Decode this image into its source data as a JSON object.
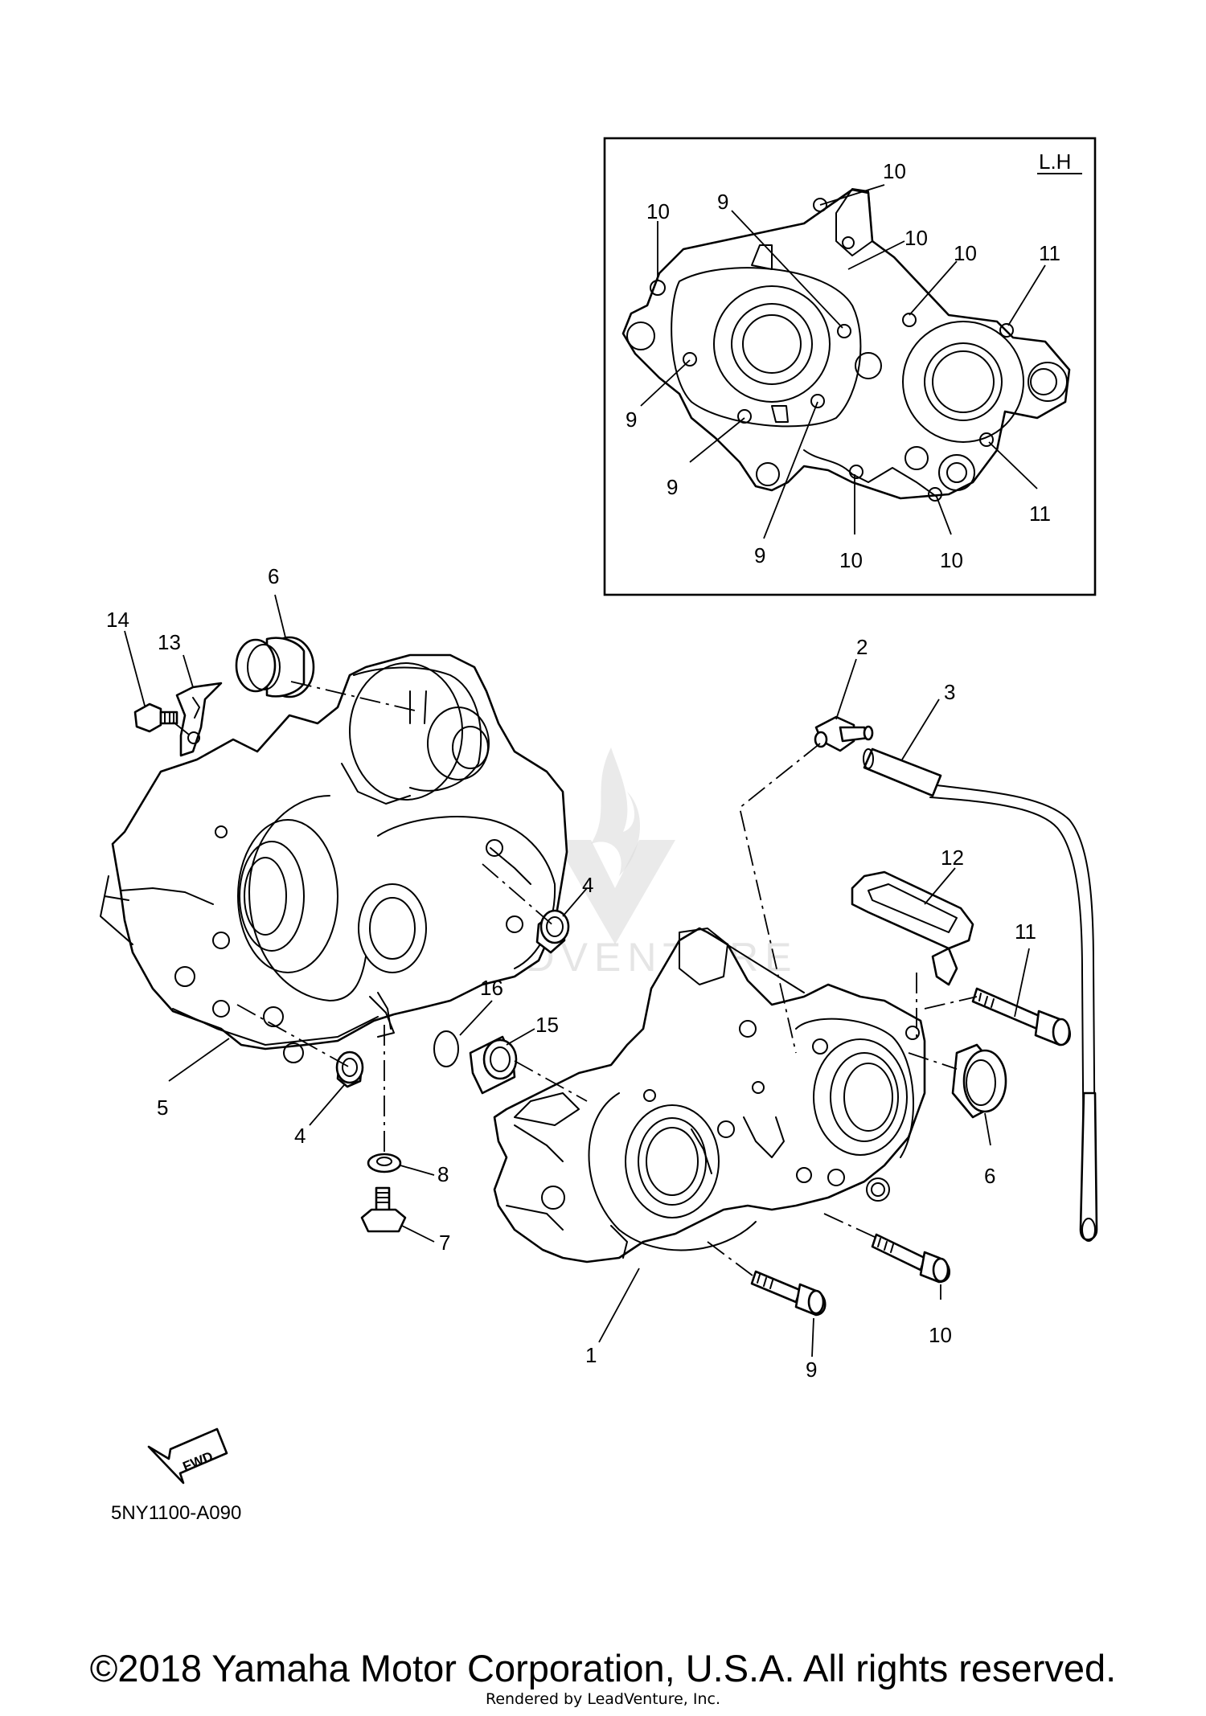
{
  "inset": {
    "label": "L.H",
    "callouts": [
      "10",
      "10",
      "9",
      "10",
      "10",
      "11",
      "9",
      "9",
      "9",
      "10",
      "10",
      "11"
    ]
  },
  "callouts": [
    "6",
    "14",
    "13",
    "2",
    "3",
    "12",
    "11",
    "4",
    "16",
    "15",
    "5",
    "4",
    "8",
    "7",
    "6",
    "1",
    "9",
    "10"
  ],
  "part_code": "5NY1100-A090",
  "fwd_label": "FWD",
  "watermark_text": "LEADVENTURE",
  "footer": {
    "copyright": "©2018 Yamaha Motor Corporation, U.S.A. All rights reserved.",
    "rendered_by": "Rendered by LeadVenture, Inc."
  }
}
